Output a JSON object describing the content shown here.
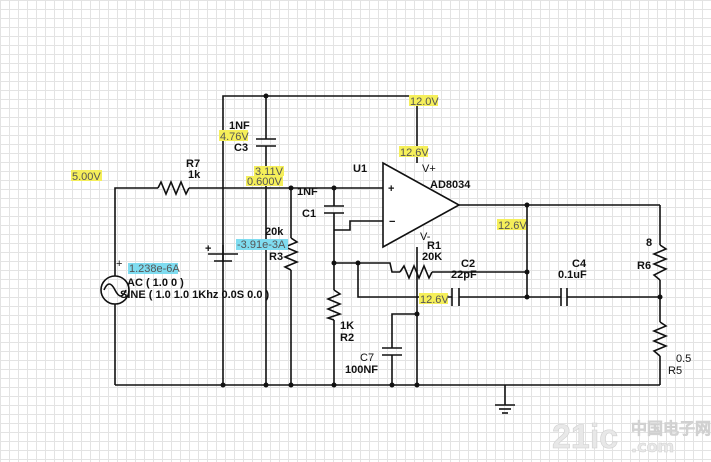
{
  "components": {
    "u1": {
      "ref": "U1",
      "part": "AD8034",
      "vplus": "V+",
      "vminus": "V-",
      "plus": "+",
      "minus": "−"
    },
    "r7": {
      "ref": "R7",
      "value": "1k"
    },
    "r3": {
      "ref": "R3",
      "value": "20k"
    },
    "r1": {
      "ref": "R1",
      "value": "20K"
    },
    "r2": {
      "ref": "R2",
      "value": "1K"
    },
    "r6": {
      "ref": "R6",
      "value": "8"
    },
    "r5": {
      "ref": "R5",
      "value": "0.5"
    },
    "c3": {
      "ref": "C3",
      "value": "1NF"
    },
    "c1": {
      "ref": "C1",
      "value": "1NF"
    },
    "c2": {
      "ref": "C2",
      "value": "22pF"
    },
    "c4": {
      "ref": "C4",
      "value": "0.1uF"
    },
    "c7": {
      "ref": "C7",
      "value": "100NF"
    },
    "battery": {
      "plus": "+"
    },
    "source": {
      "plus": "+",
      "ac": "AC ( 1.0 0 )",
      "sine": "SINE ( 1.0 1.0 1Khz 0.0S 0.0 )"
    }
  },
  "probes": {
    "v_in": "5.00V",
    "v_c3": "4.76V",
    "v_node1": "3.11V",
    "v_node2": "0.600V",
    "v_top": "12.0V",
    "v_vplus": "12.6V",
    "v_out": "12.6V",
    "v_fb": "12.6V",
    "i_r3": "-3.91e-3A",
    "i_src": "1.238e-6A"
  },
  "colors": {
    "voltage_tag": "#f5ef5a",
    "current_tag": "#7fdcf0"
  },
  "watermark": {
    "text": "21ic",
    "cn": "中国电子网",
    "domain": ".com"
  }
}
